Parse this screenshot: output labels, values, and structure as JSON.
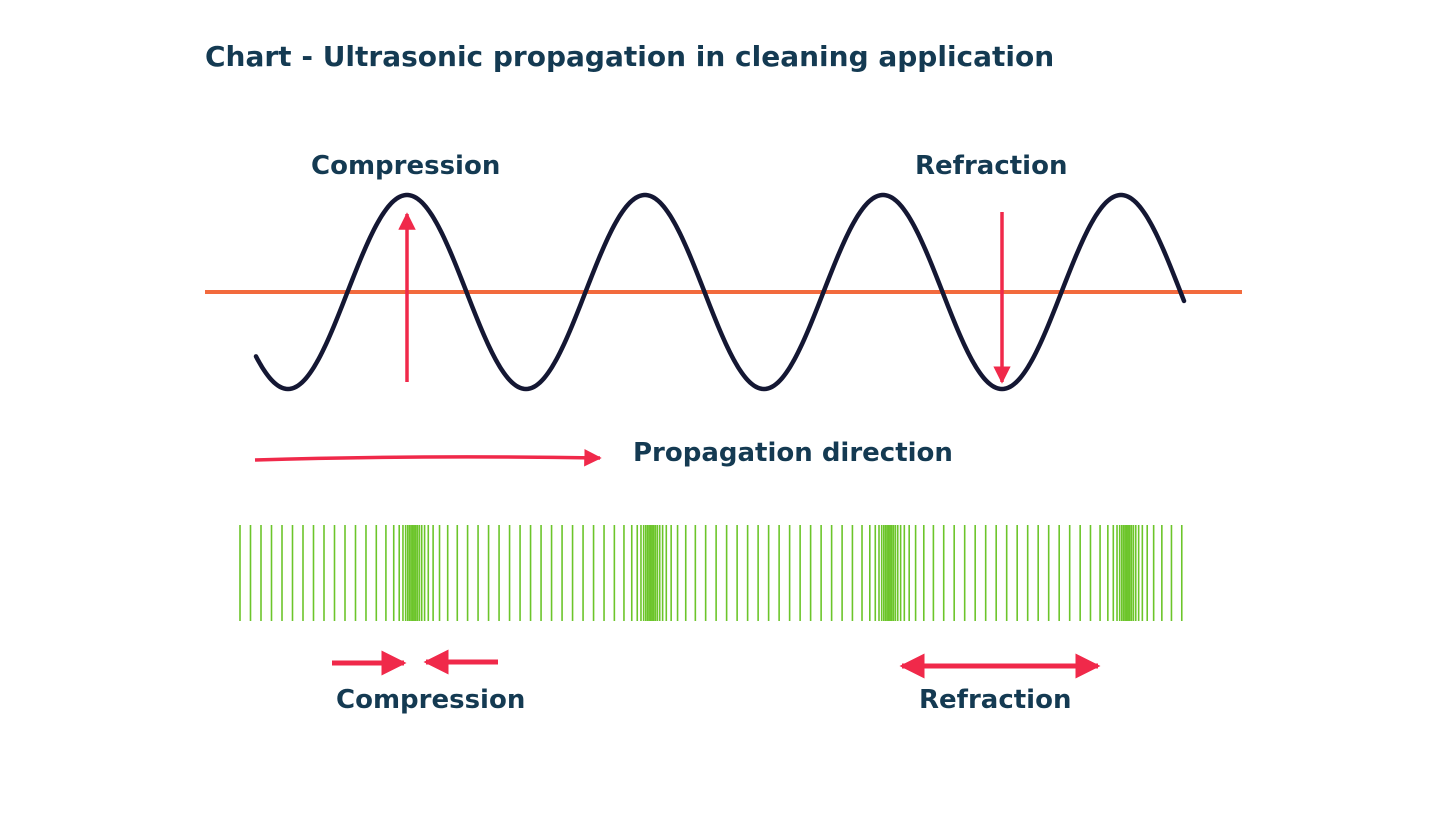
{
  "title": "Chart - Ultrasonic propagation in cleaning application",
  "wave_labels": {
    "compression": "Compression",
    "refraction": "Refraction"
  },
  "propagation_label": "Propagation direction",
  "bottom_labels": {
    "compression": "Compression",
    "refraction": "Refraction"
  },
  "colors": {
    "text": "#143a52",
    "wave": "#141733",
    "axis": "#f26a3d",
    "arrow": "#f0294a",
    "lines": "#6cc52a"
  }
}
